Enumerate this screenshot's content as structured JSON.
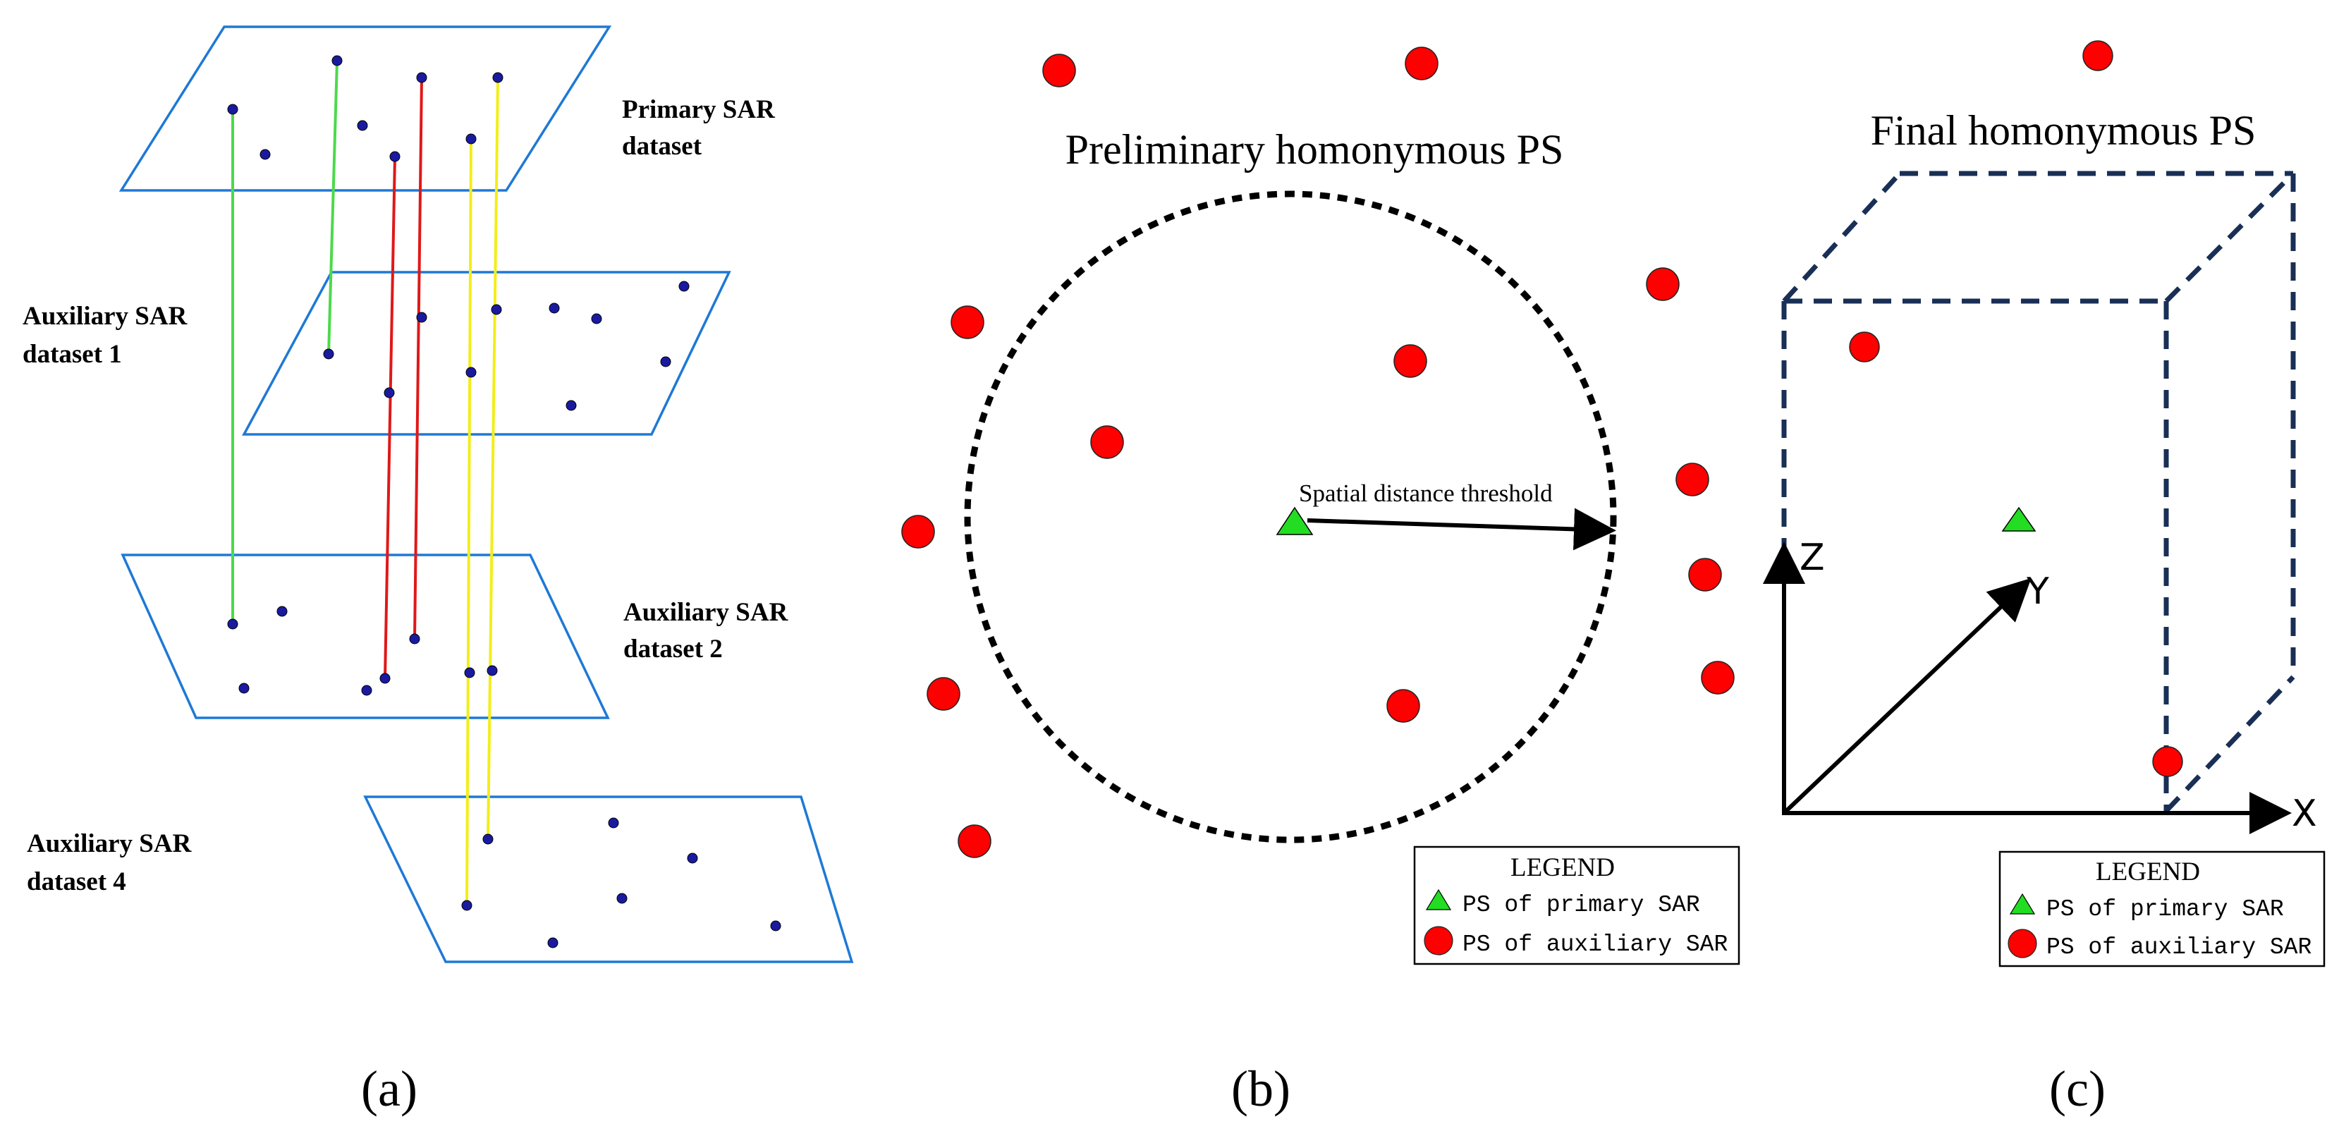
{
  "colors": {
    "plane": "#1e78d6",
    "point": "#1a1aa0",
    "red_ps": "#ff0000",
    "green_ps": "#22dd22",
    "green_line": "#4cd94c",
    "red_line": "#e01818",
    "yellow_line": "#f2ee1a",
    "box_dash": "#1a2f55"
  },
  "panel_a": {
    "label_primary_1": "Primary SAR",
    "label_primary_2": "dataset",
    "label_aux1_1": "Auxiliary SAR",
    "label_aux1_2": "dataset 1",
    "label_aux2_1": "Auxiliary SAR",
    "label_aux2_2": "dataset 2",
    "label_aux4_1": "Auxiliary SAR",
    "label_aux4_2": "dataset 4",
    "caption": "(a)"
  },
  "panel_b": {
    "title": "Preliminary homonymous PS",
    "threshold_label": "Spatial distance threshold",
    "legend_title": "LEGEND",
    "legend_primary": "PS of primary SAR",
    "legend_aux": "PS of auxiliary SAR",
    "caption": "(b)"
  },
  "panel_c": {
    "title": "Final homonymous PS",
    "axis_z": "Z",
    "axis_y": "Y",
    "axis_x": "X",
    "legend_title": "LEGEND",
    "legend_primary": "PS of primary SAR",
    "legend_aux": "PS of auxiliary SAR",
    "caption": "(c)"
  }
}
